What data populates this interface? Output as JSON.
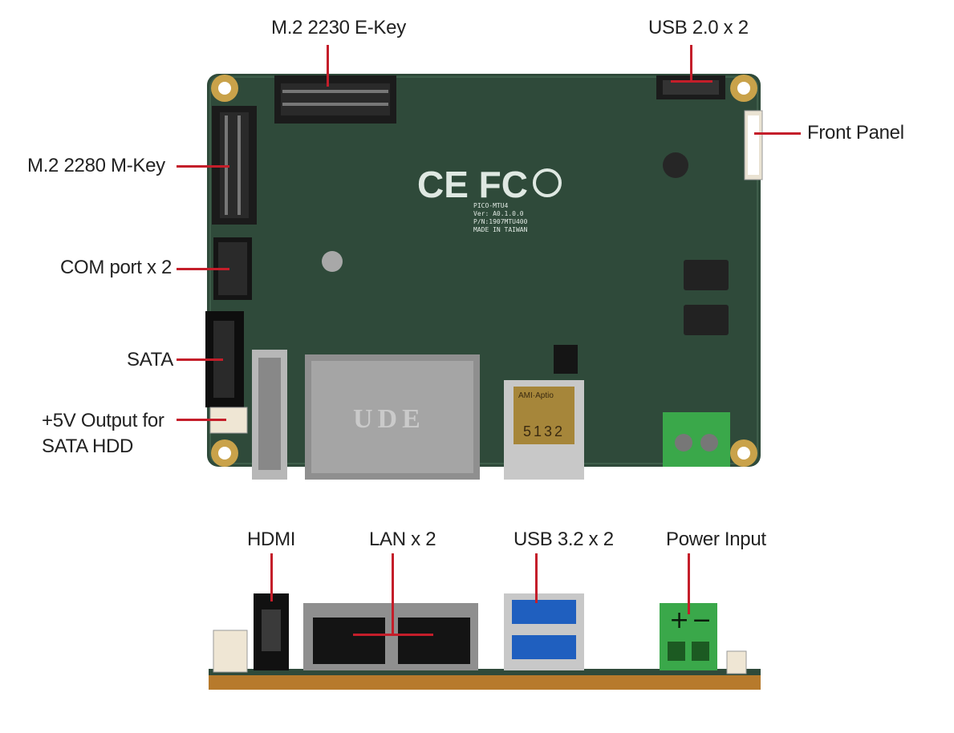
{
  "diagram": {
    "top_labels": {
      "m2_e_key": "M.2 2230 E-Key",
      "usb20": "USB 2.0 x 2",
      "front_panel": "Front Panel",
      "m2_m_key": "M.2 2280 M-Key",
      "com_port": "COM port x 2",
      "sata": "SATA",
      "sata_power_line1": "+5V Output for",
      "sata_power_line2": "SATA HDD"
    },
    "bottom_labels": {
      "hdmi": "HDMI",
      "lan": "LAN x 2",
      "usb32": "USB 3.2 x 2",
      "power_input": "Power Input"
    },
    "board_print": {
      "model": "PICO-MTU4",
      "version": "Ver: A0.1.0.0",
      "pn": "P/N:1907MTU400",
      "made_in": "MADE IN TAIWAN",
      "rj45_brand": "UDE",
      "bios_line1": "AMI·Aptio",
      "bios_line2": "5132",
      "terminal_plus": "+",
      "terminal_minus": "−"
    },
    "colors": {
      "pcb": "#2f4a3a",
      "leader": "#c41e2a",
      "mount_hole": "#c9a24a",
      "terminal_block": "#3aa84a",
      "usb3_blue": "#1f5fbf"
    }
  }
}
